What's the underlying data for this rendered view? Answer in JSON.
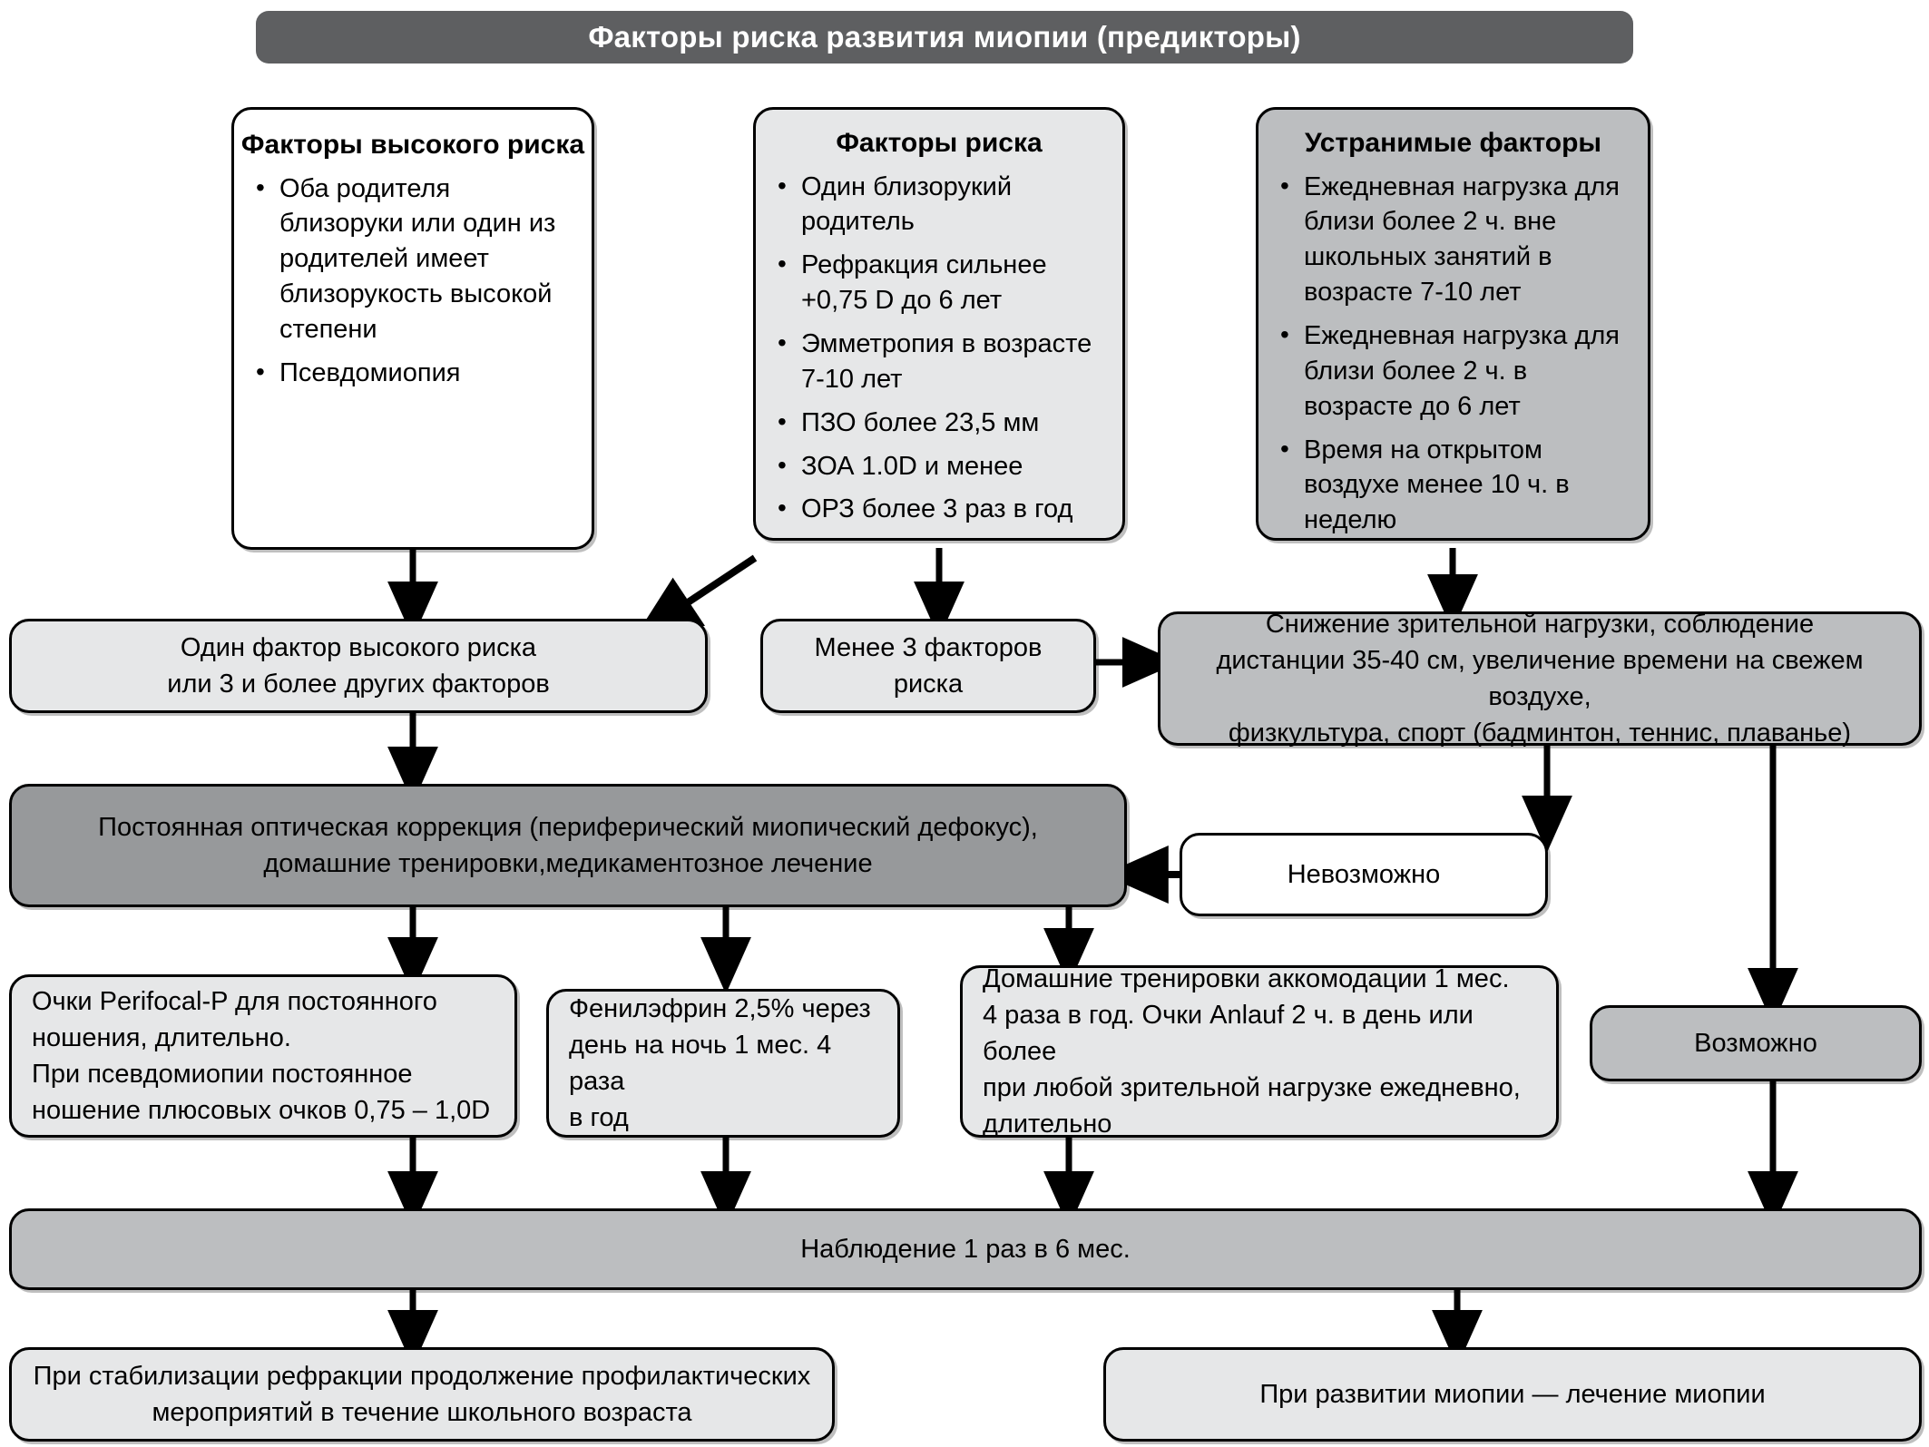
{
  "header": {
    "title": "Факторы риска развития миопии (предикторы)"
  },
  "cards": {
    "high_risk": {
      "title": "Факторы высокого риска",
      "items": [
        "Оба родителя близоруки или один из родителей имеет близорукость высокой степени",
        "Псевдомиопия"
      ]
    },
    "risk": {
      "title": "Факторы риска",
      "items": [
        "Один близорукий родитель",
        "Рефракция сильнее +0,75 D до 6 лет",
        "Эмметропия в возрасте 7-10 лет",
        "ПЗО более 23,5 мм",
        "ЗОА 1.0D и менее",
        "ОРЗ более 3 раз в год"
      ]
    },
    "modifiable": {
      "title": "Устранимые факторы",
      "items": [
        "Ежедневная нагрузка для близи более 2 ч. вне школьных занятий в возрасте 7-10 лет",
        "Ежедневная нагрузка для близи более 2 ч. в возрасте до 6 лет",
        "Время на открытом воздухе менее 10 ч. в неделю"
      ]
    }
  },
  "nodes": {
    "one_high_risk": "Один фактор высокого риска\nили 3 и более других факторов",
    "less_than_three": "Менее 3 факторов\nриска",
    "reduce_load": "Снижение зрительной нагрузки, соблюдение\nдистанции 35-40 см, увеличение времени на свежем воздухе,\nфизкультура, спорт (бадминтон, теннис, плаванье)",
    "optical_correction": "Постоянная оптическая коррекция (периферический миопический дефокус),\nдомашние тренировки,медикаментозное лечение",
    "impossible": "Невозможно",
    "possible": "Возможно",
    "perifocal": "Очки Perifocal-P для постоянного\nношения, длительно.\nПри псевдомиопии постоянное\nношение плюсовых очков 0,75 – 1,0D",
    "phenylephrine": "Фенилэфрин 2,5% через\nдень на ночь 1 мес. 4 раза\nв год",
    "home_training": "Домашние тренировки аккомодации 1 мес.\n4 раза в год. Очки Anlauf 2 ч. в день или более\nпри любой зрительной нагрузке ежедневно,\nдлительно",
    "observation": "Наблюдение 1 раз в 6 мес.",
    "stabilization": "При стабилизации рефракции продолжение профилактических\nмероприятий в течение школьного возраста",
    "myopia_treatment": "При развитии миопии — лечение миопии"
  },
  "colors": {
    "header_bg": "#5e5f61",
    "header_text": "#ffffff",
    "fill_white": "#ffffff",
    "fill_light": "#e6e7e8",
    "fill_mid": "#bcbec0",
    "fill_dark": "#97999b",
    "stroke": "#000000"
  }
}
